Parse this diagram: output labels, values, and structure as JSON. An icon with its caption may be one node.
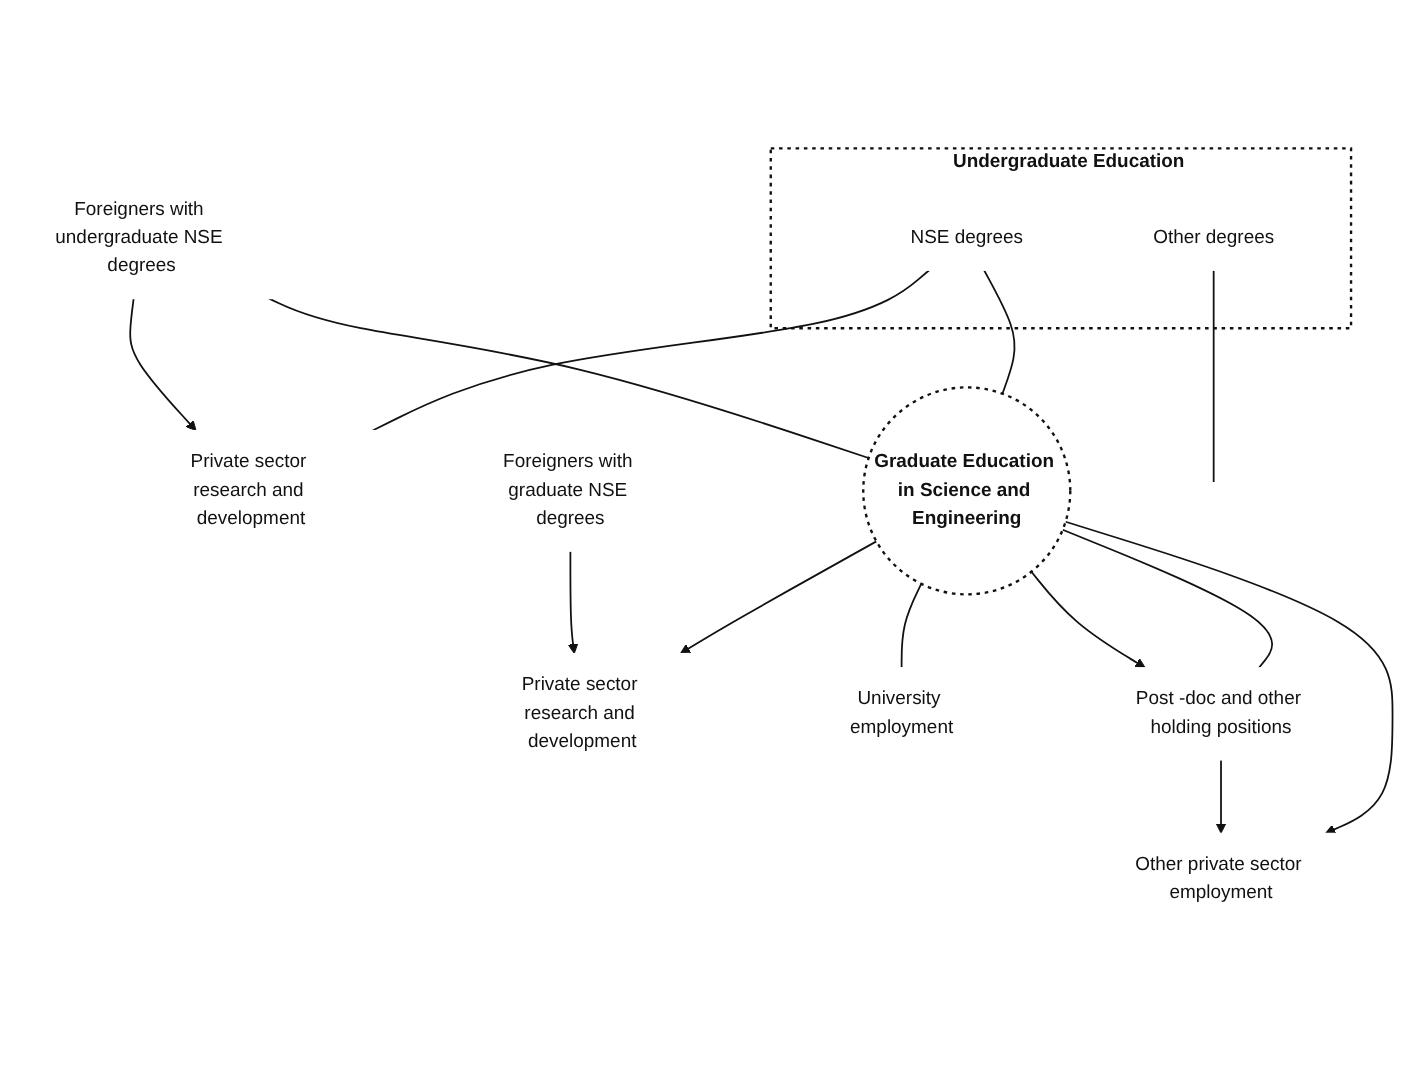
{
  "diagram": {
    "nodes": [
      {
        "text": [
          "Undergraduate Education"
        ]
      },
      {
        "text": [
          "NSE degrees"
        ],
        "in": 0
      },
      {
        "text": [
          "Other degrees"
        ],
        "in": 0
      },
      {
        "text": [
          "Foreigners with undergraduate NSE degrees"
        ]
      },
      {
        "text": [
          "Private sector research and development"
        ]
      },
      {
        "text": [
          "Graduate Education in Science and Engineering"
        ]
      },
      {
        "text": [
          "Foreigners with graduate NSE degrees"
        ]
      },
      {
        "text": [
          "Private sector research and development"
        ]
      },
      {
        "text": [
          "University employment"
        ]
      },
      {
        "text": [
          "Post -doc and other holding positions"
        ]
      },
      {
        "text": [
          "Other private sector employment"
        ]
      }
    ],
    "edges": [
      {
        "from": 3,
        "to": 4,
        "arrow": "to"
      },
      {
        "from": 3,
        "to": 5,
        "arrow": "none"
      },
      {
        "from": 1,
        "to": 4,
        "arrow": "none"
      },
      {
        "from": 1,
        "to": 5,
        "arrow": "none"
      },
      {
        "from": 2,
        "to": null,
        "arrow": "none"
      },
      {
        "from": 6,
        "to": 7,
        "arrow": "to"
      },
      {
        "from": 5,
        "to": 7,
        "arrow": "to"
      },
      {
        "from": 5,
        "to": 8,
        "arrow": "none"
      },
      {
        "from": 5,
        "to": 9,
        "arrow": "to"
      },
      {
        "from": 9,
        "to": 5,
        "arrow": "none"
      },
      {
        "from": 9,
        "to": 10,
        "arrow": "to"
      },
      {
        "from": 5,
        "to": 10,
        "arrow": "to"
      }
    ]
  }
}
